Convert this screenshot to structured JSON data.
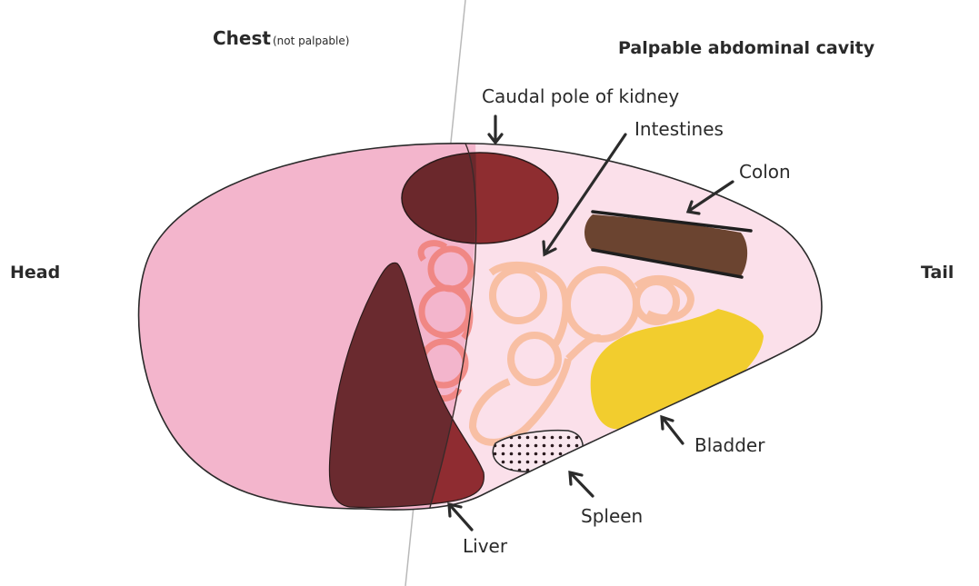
{
  "labels": {
    "chest": "Chest",
    "chest_note": "(not palpable)",
    "abdomen": "Palpable abdominal cavity",
    "head": "Head",
    "tail": "Tail",
    "kidney": "Caudal pole of kidney",
    "intestines": "Intestines",
    "colon": "Colon",
    "bladder": "Bladder",
    "spleen": "Spleen",
    "liver": "Liver"
  },
  "colors": {
    "chest_region": "#f3b5cc",
    "abdomen_region": "#fbe0ea",
    "outline": "#2a2a2a",
    "liver": "#6a2a2f",
    "liver_abdominal": "#8f2c31",
    "kidney": "#6b282c",
    "kidney_abdominal": "#8e2d30",
    "intestines_cranial": "#f08078",
    "intestines_caudal": "#f7b58c",
    "colon": "#6b4430",
    "bladder": "#f2cd2e",
    "bladder_edge": "#e8a020",
    "spleen_fill": "#f9e7ee",
    "divider": "#b9b9b9"
  }
}
